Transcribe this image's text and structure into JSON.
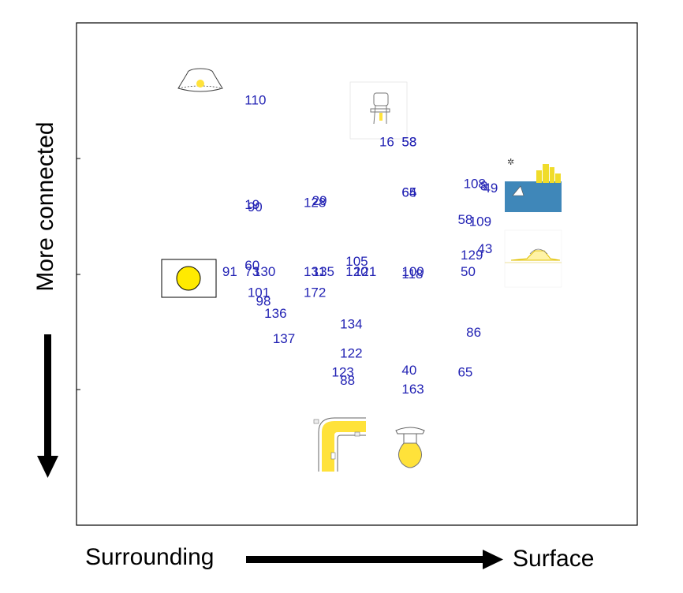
{
  "chart_data": {
    "type": "scatter",
    "title": "",
    "xlabel_left": "Surrounding",
    "xlabel_right": "Surface",
    "ylabel": "More connected",
    "grid": false,
    "legend": "none",
    "label_color": "#2323b4",
    "xlim": [
      0,
      10
    ],
    "ylim": [
      -6,
      6
    ],
    "points": [
      {
        "label": "110",
        "x": 3.0,
        "y": 4.05
      },
      {
        "label": "16",
        "x": 5.4,
        "y": 3.05
      },
      {
        "label": "53",
        "x": 5.8,
        "y": 3.05
      },
      {
        "label": "58",
        "x": 5.8,
        "y": 3.05
      },
      {
        "label": "108",
        "x": 6.9,
        "y": 2.05
      },
      {
        "label": "8",
        "x": 7.2,
        "y": 2.0
      },
      {
        "label": "49",
        "x": 7.25,
        "y": 1.95
      },
      {
        "label": "19",
        "x": 3.0,
        "y": 1.55
      },
      {
        "label": "90",
        "x": 3.05,
        "y": 1.5
      },
      {
        "label": "128",
        "x": 4.05,
        "y": 1.6
      },
      {
        "label": "29",
        "x": 4.2,
        "y": 1.65
      },
      {
        "label": "64",
        "x": 5.8,
        "y": 1.85
      },
      {
        "label": "65",
        "x": 5.8,
        "y": 1.85
      },
      {
        "label": "58",
        "x": 6.8,
        "y": 1.2
      },
      {
        "label": "109",
        "x": 7.0,
        "y": 1.15
      },
      {
        "label": "43",
        "x": 7.15,
        "y": 0.5
      },
      {
        "label": "129",
        "x": 6.85,
        "y": 0.35
      },
      {
        "label": "60",
        "x": 3.0,
        "y": 0.1
      },
      {
        "label": "105",
        "x": 4.8,
        "y": 0.2
      },
      {
        "label": "91",
        "x": 2.6,
        "y": -0.05
      },
      {
        "label": "73",
        "x": 3.0,
        "y": -0.05
      },
      {
        "label": "130",
        "x": 3.15,
        "y": -0.05
      },
      {
        "label": "131",
        "x": 4.05,
        "y": -0.05
      },
      {
        "label": "135",
        "x": 4.2,
        "y": -0.05
      },
      {
        "label": "120",
        "x": 4.8,
        "y": -0.05
      },
      {
        "label": "121",
        "x": 4.95,
        "y": -0.05
      },
      {
        "label": "100",
        "x": 5.8,
        "y": -0.05
      },
      {
        "label": "118",
        "x": 5.8,
        "y": -0.1
      },
      {
        "label": "50",
        "x": 6.85,
        "y": -0.05
      },
      {
        "label": "101",
        "x": 3.05,
        "y": -0.55
      },
      {
        "label": "98",
        "x": 3.2,
        "y": -0.75
      },
      {
        "label": "136",
        "x": 3.35,
        "y": -1.05
      },
      {
        "label": "172",
        "x": 4.05,
        "y": -0.55
      },
      {
        "label": "134",
        "x": 4.7,
        "y": -1.3
      },
      {
        "label": "86",
        "x": 6.95,
        "y": -1.5
      },
      {
        "label": "137",
        "x": 3.5,
        "y": -1.65
      },
      {
        "label": "122",
        "x": 4.7,
        "y": -2.0
      },
      {
        "label": "123",
        "x": 4.55,
        "y": -2.45
      },
      {
        "label": "88",
        "x": 4.7,
        "y": -2.65
      },
      {
        "label": "40",
        "x": 5.8,
        "y": -2.4
      },
      {
        "label": "65",
        "x": 6.8,
        "y": -2.45
      },
      {
        "label": "163",
        "x": 5.8,
        "y": -2.85
      }
    ]
  },
  "icons": [
    {
      "name": "ceiling-lamp-icon"
    },
    {
      "name": "chair-icon"
    },
    {
      "name": "city-waterfront-icon"
    },
    {
      "name": "volcano-island-icon"
    },
    {
      "name": "sun-icon"
    },
    {
      "name": "road-corner-icon"
    },
    {
      "name": "light-bulb-icon"
    }
  ],
  "accent_yellow": "#ffea00"
}
